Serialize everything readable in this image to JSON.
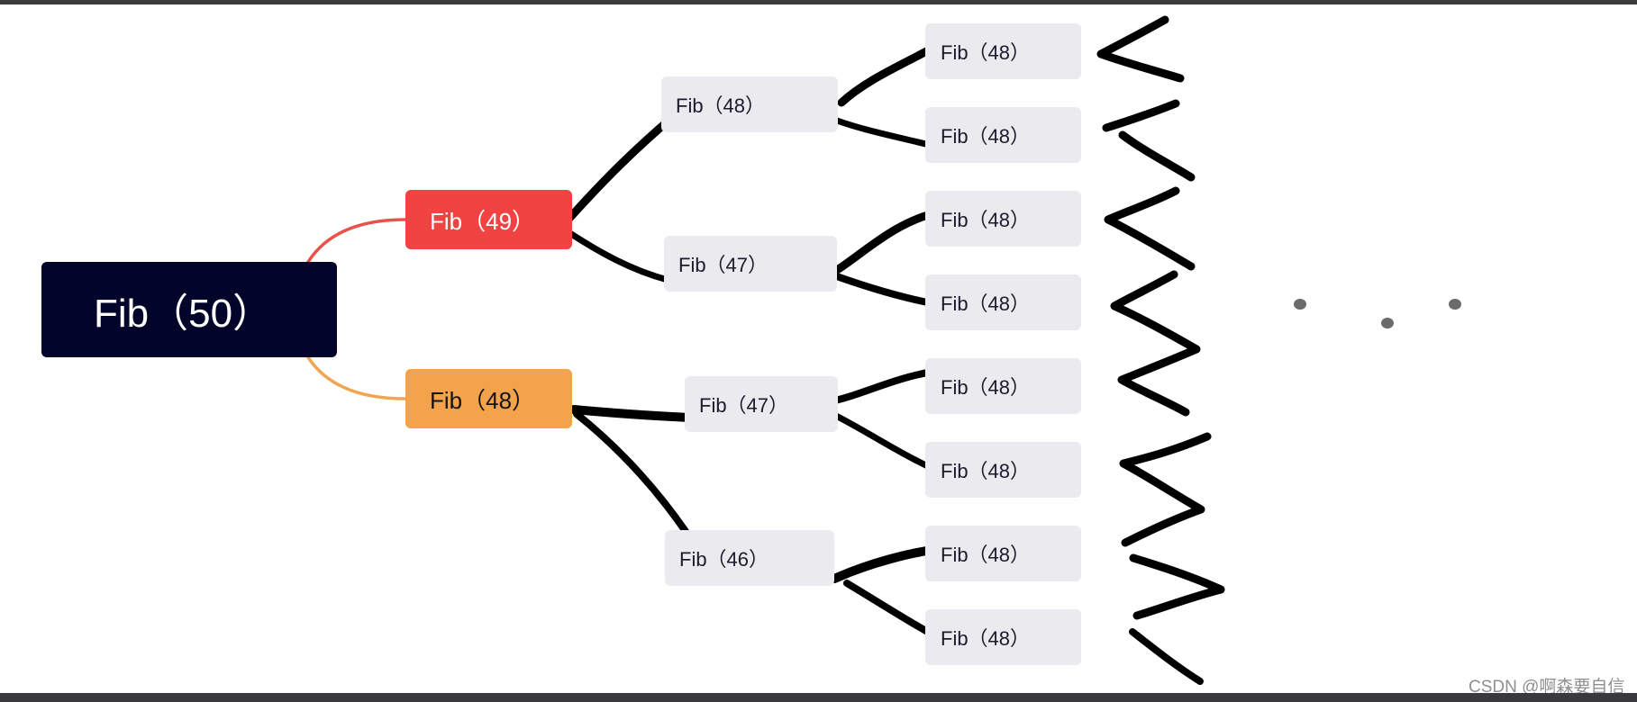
{
  "diagram": {
    "root": {
      "label": "Fib（50）"
    },
    "level1": [
      {
        "label": "Fib（49）",
        "color": "#f04342"
      },
      {
        "label": "Fib（48）",
        "color": "#f4a24b"
      }
    ],
    "level2": [
      {
        "label": "Fib（48）"
      },
      {
        "label": "Fib（47）"
      },
      {
        "label": "Fib（47）"
      },
      {
        "label": "Fib（46）"
      }
    ],
    "level3": [
      {
        "label": "Fib（48）"
      },
      {
        "label": "Fib（48）"
      },
      {
        "label": "Fib（48）"
      },
      {
        "label": "Fib（48）"
      },
      {
        "label": "Fib（48）"
      },
      {
        "label": "Fib（48）"
      },
      {
        "label": "Fib（48）"
      },
      {
        "label": "Fib（48）"
      }
    ],
    "ellipsis_dots": 3,
    "colors": {
      "root_bg": "#02042a",
      "node_bg": "#ebeaee",
      "red_connector": "#e8524b",
      "orange_connector": "#f0a551",
      "hand_stroke": "#000000",
      "dot": "#6b6b6b"
    }
  },
  "watermark": "CSDN @啊森要自信"
}
